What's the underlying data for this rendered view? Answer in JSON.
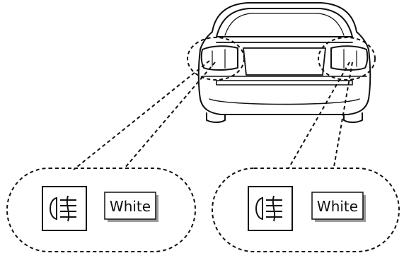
{
  "callouts": [
    {
      "label": "White",
      "icon": "rear-fog-lamp-icon",
      "side": "left"
    },
    {
      "label": "White",
      "icon": "rear-fog-lamp-icon",
      "side": "right"
    }
  ],
  "colors": {
    "stroke": "#111111",
    "label_shadow": "#9a9a9a",
    "background": "#ffffff"
  }
}
